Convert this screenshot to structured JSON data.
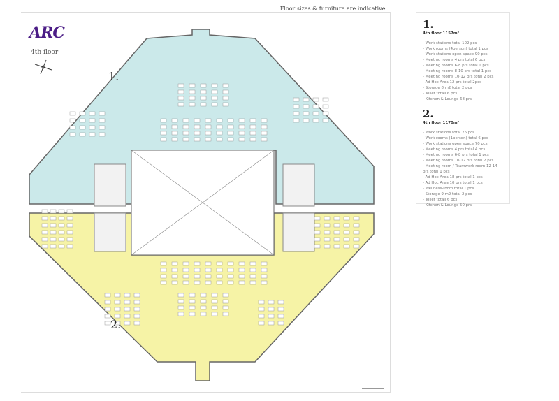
{
  "note": "Floor sizes & furniture are indicative.",
  "logo": "ARC",
  "floor_title": "4th floor",
  "plan": {
    "zone_1_label": "1.",
    "zone_2_label": "2.",
    "colors": {
      "zone_1": "#cbe9ea",
      "zone_2": "#f6f3a6",
      "atrium": "#ffffff",
      "walls": "#666666"
    },
    "icons": [
      "compass-icon"
    ]
  },
  "legend": {
    "sections": [
      {
        "number": "1.",
        "title": "4th floor 1157m²",
        "items": [
          "- Work stations total 102 pcs",
          "- Work rooms (4person) total 1 pcs",
          "- Work stations open space 90 pcs",
          "- Meeting rooms 4 prs total 6 pcs",
          "- Meeting rooms 6-8 prs total 1 pcs",
          "- Meeting rooms 8-10 prs total 1 pcs",
          "- Meeting rooms 10-12 prs total 2 pcs",
          "- Ad Hoc Area 12 prs total 2pcs",
          "- Storage 8 m2 total 2 pcs",
          "- Toilet totall 6 pcs",
          "- Kitchen & Lounge 68 prs"
        ]
      },
      {
        "number": "2.",
        "title": "4th floor 1170m²",
        "items": [
          "- Work stations total 76 pcs",
          "- Work rooms (1person) total 6 pcs",
          "- Work stations open space 70 pcs",
          "- Meeting rooms 4 prs total 4 pcs",
          "- Meeting rooms 6-8 prs total 1 pcs",
          "- Meeting rooms 10-12 prs total 2 pcs",
          "- Meeting room / Teamwork room 12-14 prs total 1 pcs",
          "- Ad Hoc Area 18 prs total 1 pcs",
          "- Ad Hoc Area 10 prs total 1 pcs",
          "- Wellness-room total 1 pcs",
          "- Storage 9 m2 total 2 pcs",
          "- Toilet totall 6 pcs",
          "- Kitchen & Lounge 50 prs"
        ]
      }
    ]
  }
}
